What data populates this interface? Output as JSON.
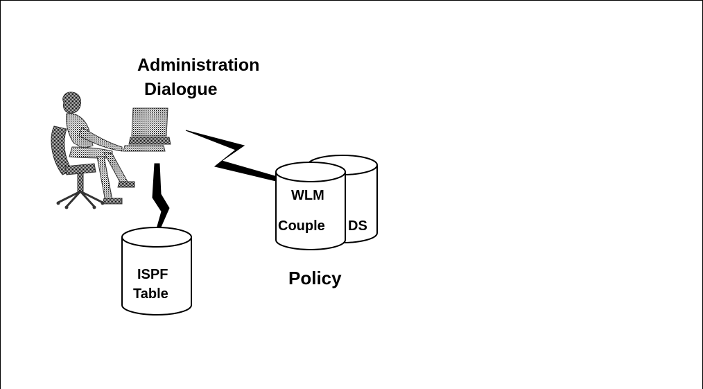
{
  "diagram": {
    "admin_title_line1": "Administration",
    "admin_title_line2": "Dialogue",
    "ispf_line1": "ISPF",
    "ispf_line2": "Table",
    "wlm_line1": "WLM",
    "wlm_line2": "Couple",
    "wlm_suffix": "DS",
    "policy_label": "Policy"
  },
  "colors": {
    "stroke": "#000000",
    "background": "#ffffff"
  }
}
